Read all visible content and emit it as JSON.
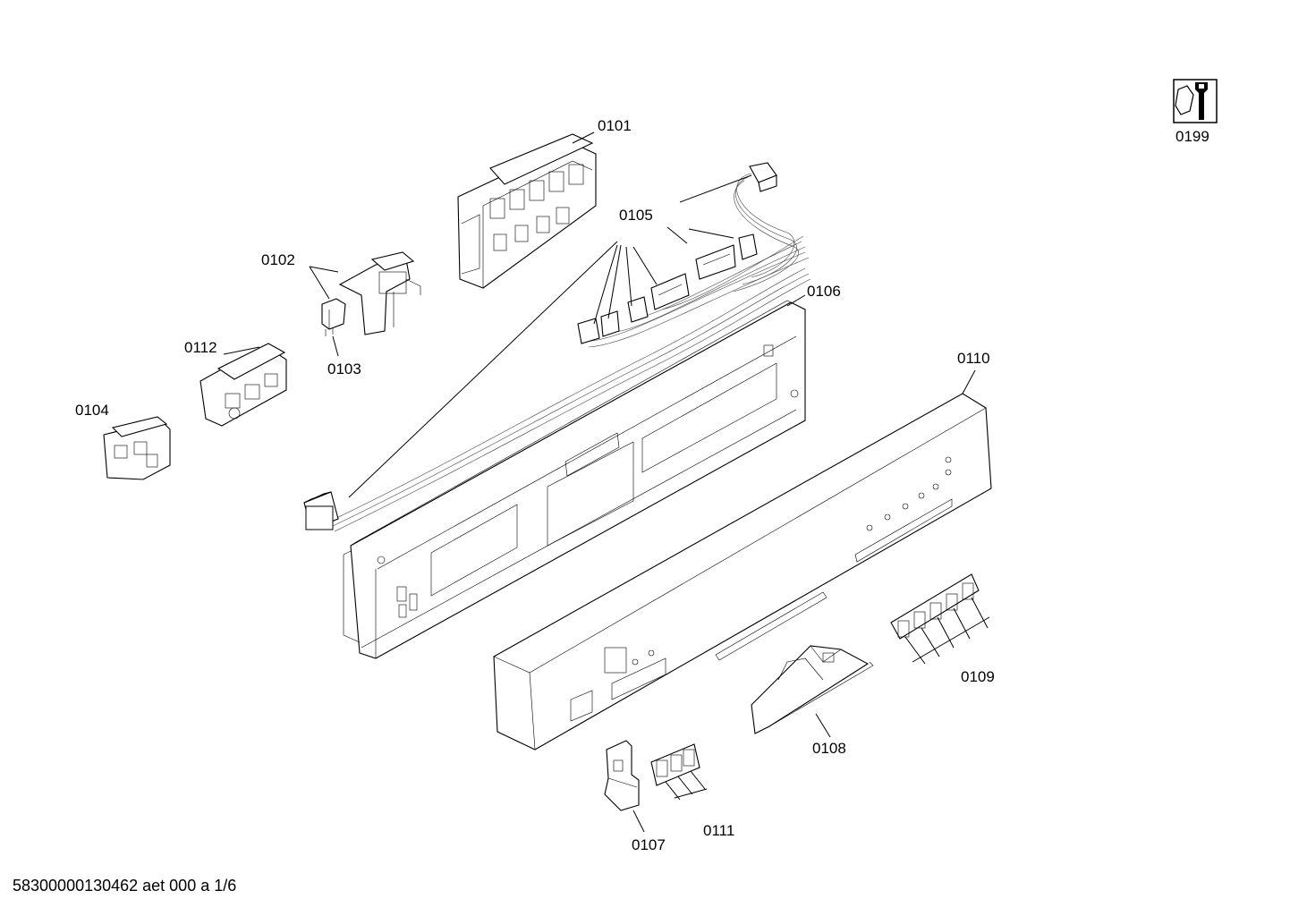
{
  "footer": {
    "document_code": "58300000130462 aet 000 a 1/6"
  },
  "labels": {
    "p0101": "0101",
    "p0102": "0102",
    "p0103": "0103",
    "p0104": "0104",
    "p0105": "0105",
    "p0106": "0106",
    "p0107": "0107",
    "p0108": "0108",
    "p0109": "0109",
    "p0110": "0110",
    "p0111": "0111",
    "p0112": "0112",
    "p0199": "0199"
  },
  "icons": {
    "tool_kit": "wrench-nut-icon"
  }
}
